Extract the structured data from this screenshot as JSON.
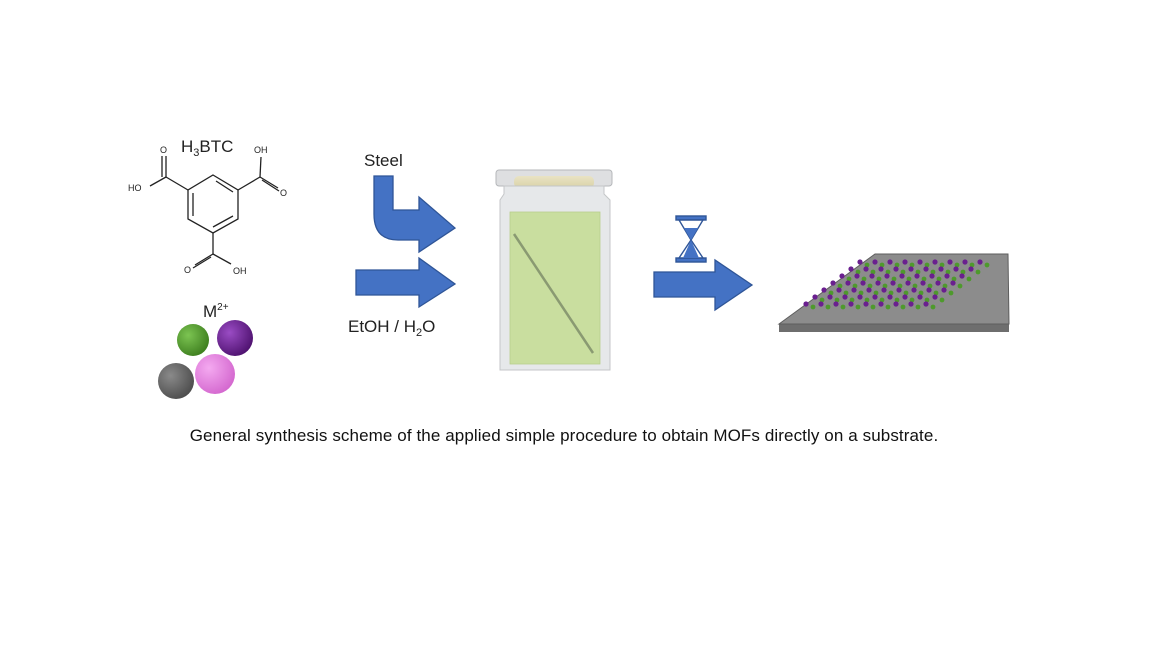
{
  "scheme": {
    "ligand_label": "H",
    "ligand_sub": "3",
    "ligand_rest": "BTC",
    "oh_top_right": "OH",
    "ho_left": "HO",
    "oh_bottom": "OH",
    "metal_label": "M",
    "metal_charge": "2+",
    "steel_label": "Steel",
    "solvent_a": "EtOH / H",
    "solvent_sub": "2",
    "solvent_b": "O",
    "caption": "General synthesis scheme of the applied simple procedure to obtain MOFs directly on a substrate."
  },
  "colors": {
    "arrow_fill": "#4472c4",
    "arrow_stroke": "#2f5597",
    "vial_liquid": "#c9de9f",
    "vial_glass": "#e6e8ea",
    "substrate": "#8c8c8c",
    "ball_green": "#4e9a2c",
    "ball_purple": "#6a1f8f",
    "ball_gray": "#666666",
    "ball_pink": "#e57ee0"
  }
}
